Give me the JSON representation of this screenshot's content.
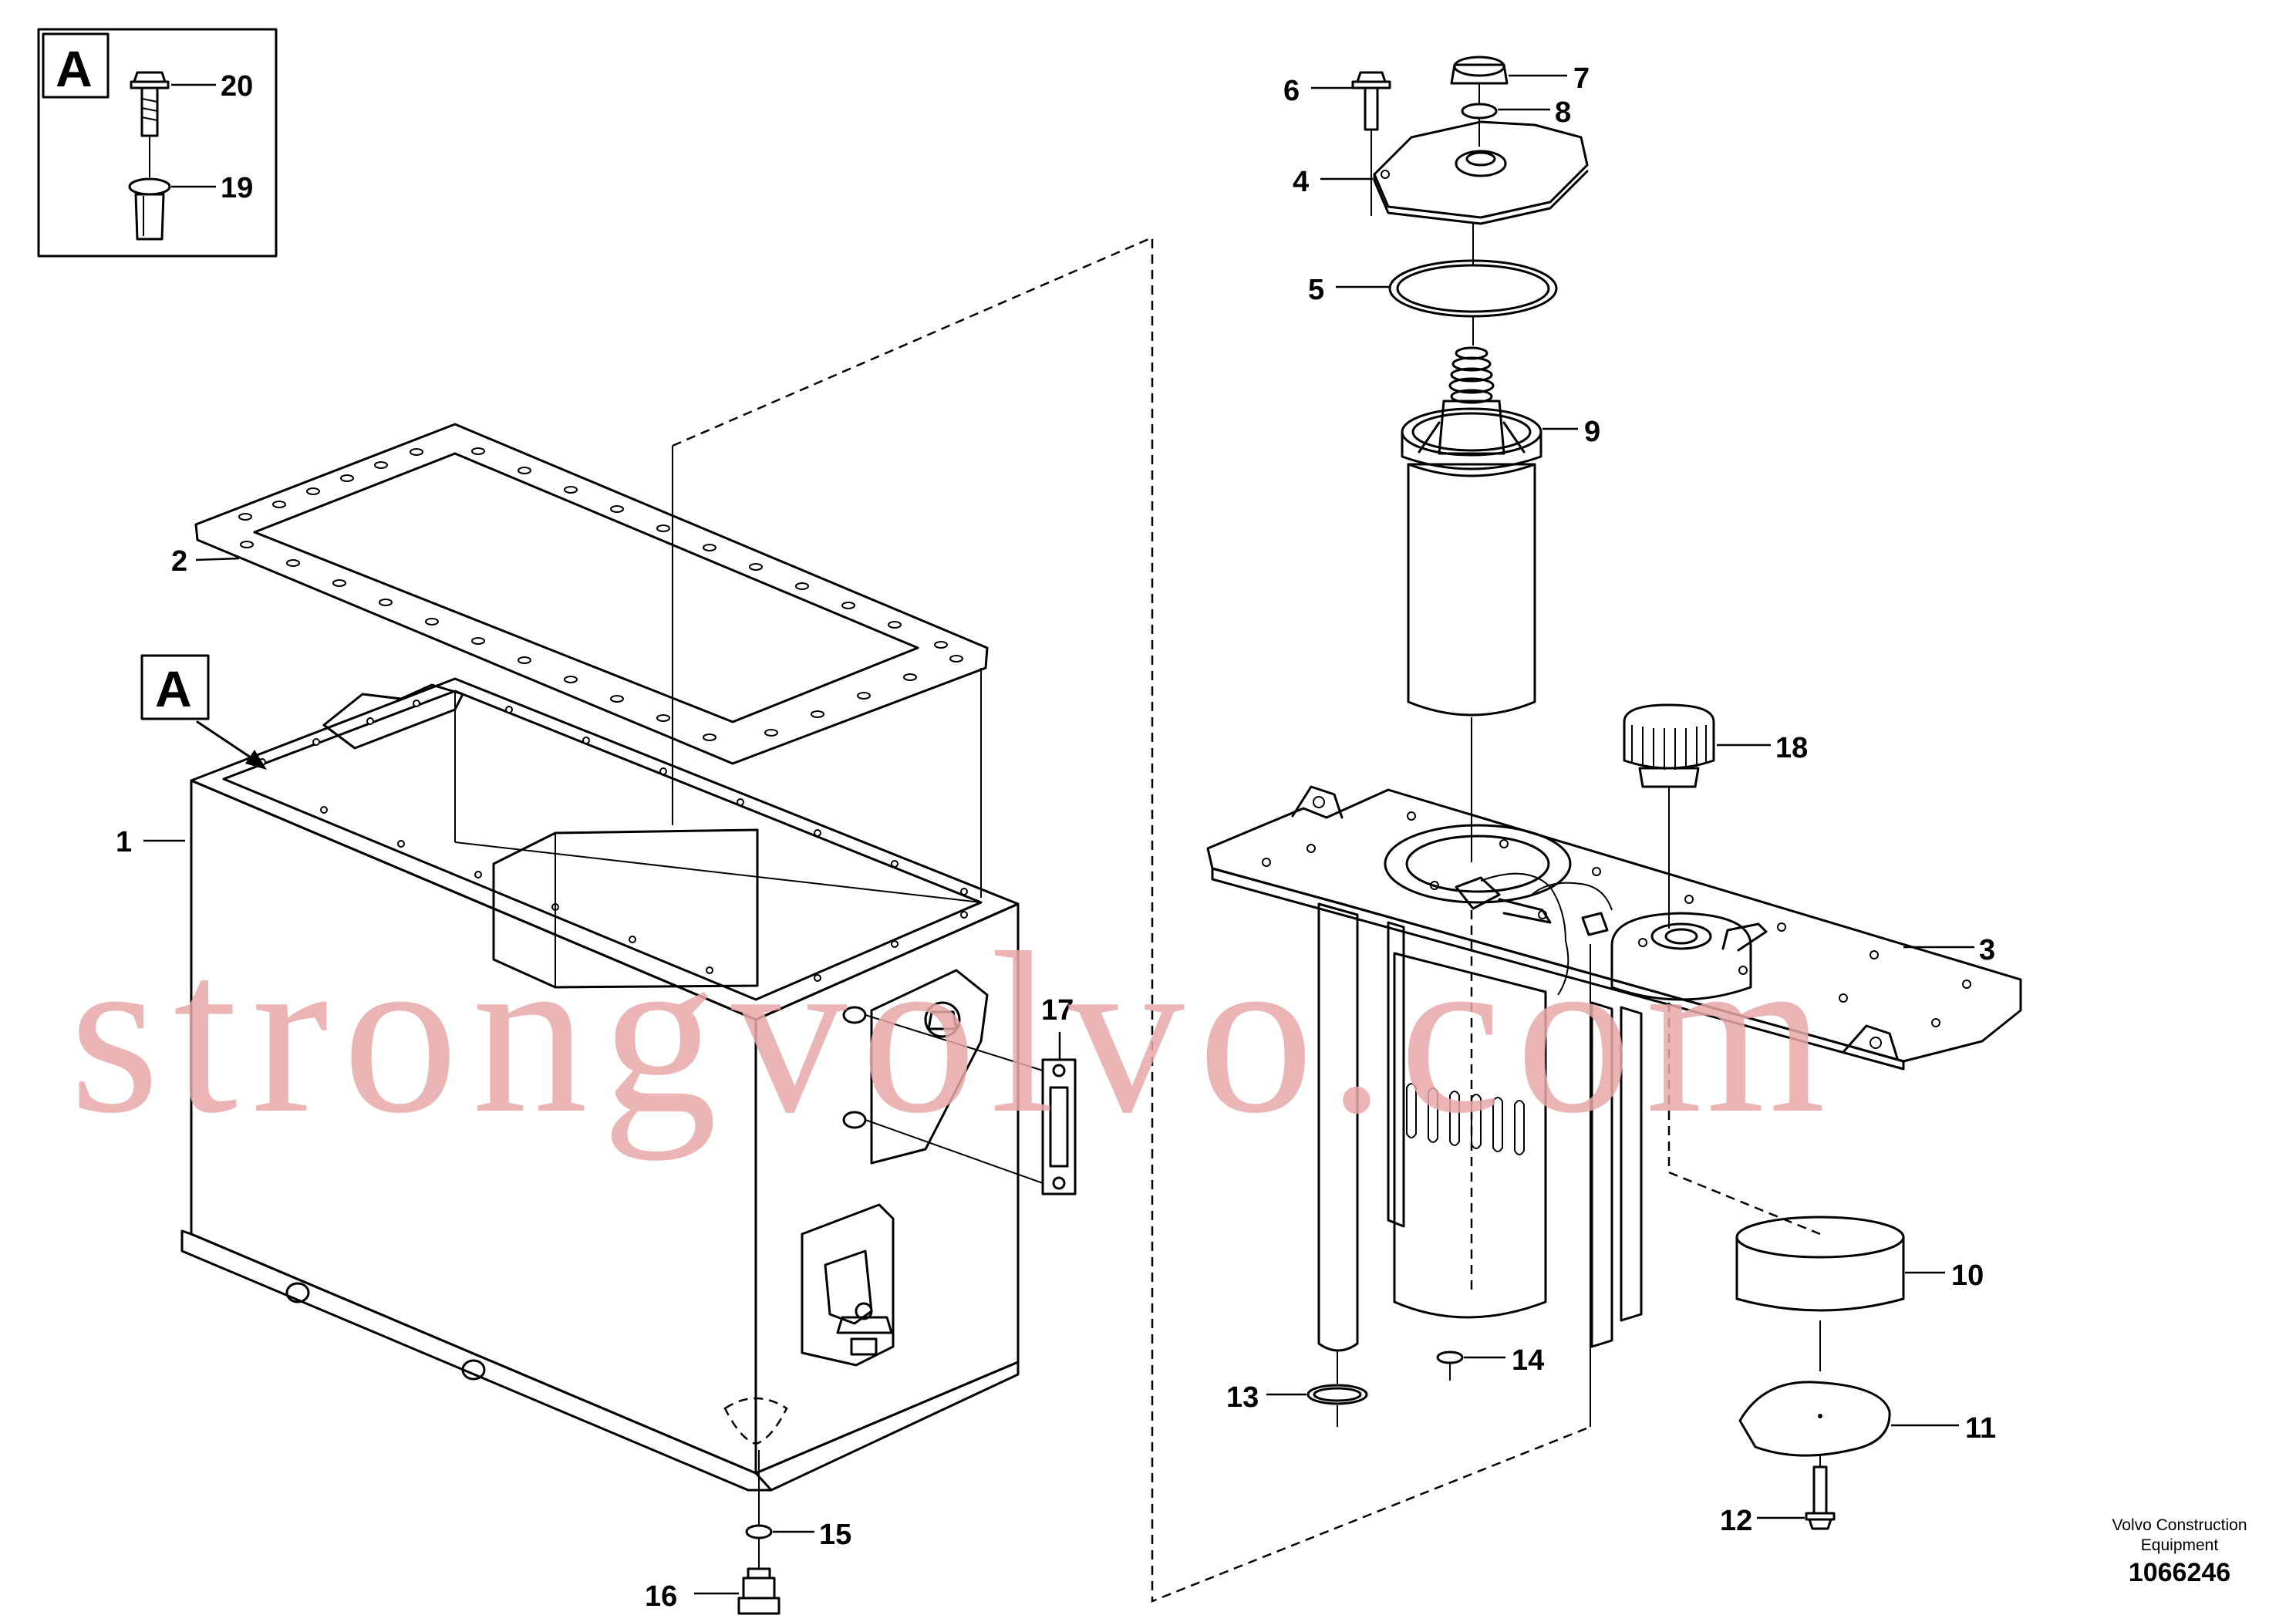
{
  "detail_label": "A",
  "callouts": {
    "c1": "1",
    "c2": "2",
    "c3": "3",
    "c4": "4",
    "c5": "5",
    "c6": "6",
    "c7": "7",
    "c8": "8",
    "c9": "9",
    "c10": "10",
    "c11": "11",
    "c12": "12",
    "c13": "13",
    "c14": "14",
    "c15": "15",
    "c16": "16",
    "c17": "17",
    "c18": "18",
    "c19": "19",
    "c20": "20"
  },
  "credit": {
    "line1": "Volvo Construction",
    "line2": "Equipment"
  },
  "document_number": "1066246",
  "watermark": "strongvolvo.com"
}
